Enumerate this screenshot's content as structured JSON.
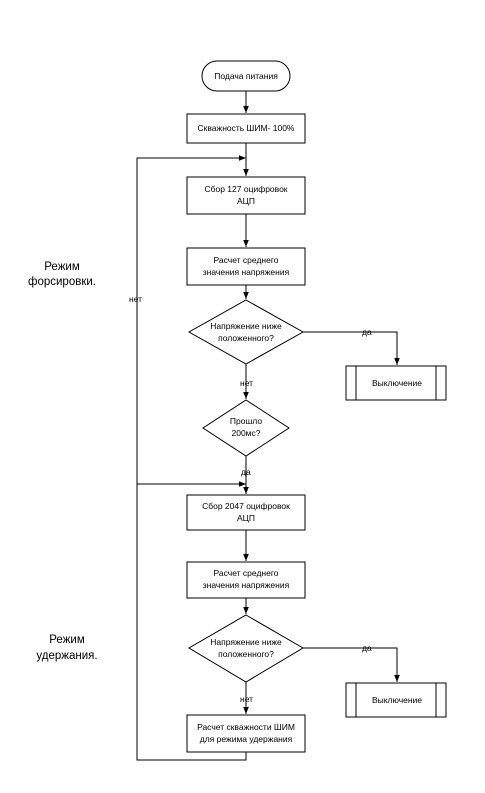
{
  "diagram": {
    "start": "Подача питания",
    "pwm_full": "Скважность ШИМ- 100%",
    "adc_127": [
      "Сбор 127 оцифровок",
      "АЦП"
    ],
    "avg_1": [
      "Расчет среднего",
      "значения напряжения"
    ],
    "cond_1": [
      "Напряжение ниже",
      "положенного?"
    ],
    "off_1": "Выключение",
    "no_1": "нет",
    "yes_1": "да",
    "timer": [
      "Прошло",
      "200мс?"
    ],
    "yes_timer": "да",
    "no_loop": "нет",
    "adc_2047": [
      "Сбор 2047 оцифровок",
      "АЦП"
    ],
    "avg_2": [
      "Расчет среднего",
      "значения напряжения"
    ],
    "cond_2": [
      "Напряжение ниже",
      "положенного?"
    ],
    "off_2": "Выключение",
    "no_2": "нет",
    "yes_2": "да",
    "calc_pwm": [
      "Расчет скважности ШИМ",
      "для режима удержания"
    ]
  },
  "modes": {
    "forcing": [
      "Режим",
      "форсировки."
    ],
    "holding": [
      "Режим",
      "удержания."
    ]
  }
}
